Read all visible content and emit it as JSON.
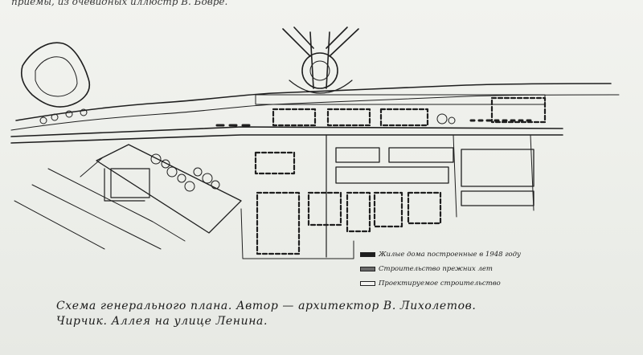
{
  "top_text": "приемы, из очевидных иллюстр В. Бовре.",
  "legend": {
    "items": [
      {
        "swatch": "built",
        "color": "#1e1e1e",
        "label": "Жилые дома построенные в 1948 году"
      },
      {
        "swatch": "prewar",
        "color": "#6a6a6a",
        "label": "Строительство прежних лет"
      },
      {
        "swatch": "planned",
        "color": "#f4f4f1",
        "label": "Проектируемое строительство"
      }
    ]
  },
  "caption": {
    "line1": "Схема генерального плана. Автор — архитектор В. Лихолетов.",
    "line2": "Чирчик. Аллея на улице Ленина."
  }
}
